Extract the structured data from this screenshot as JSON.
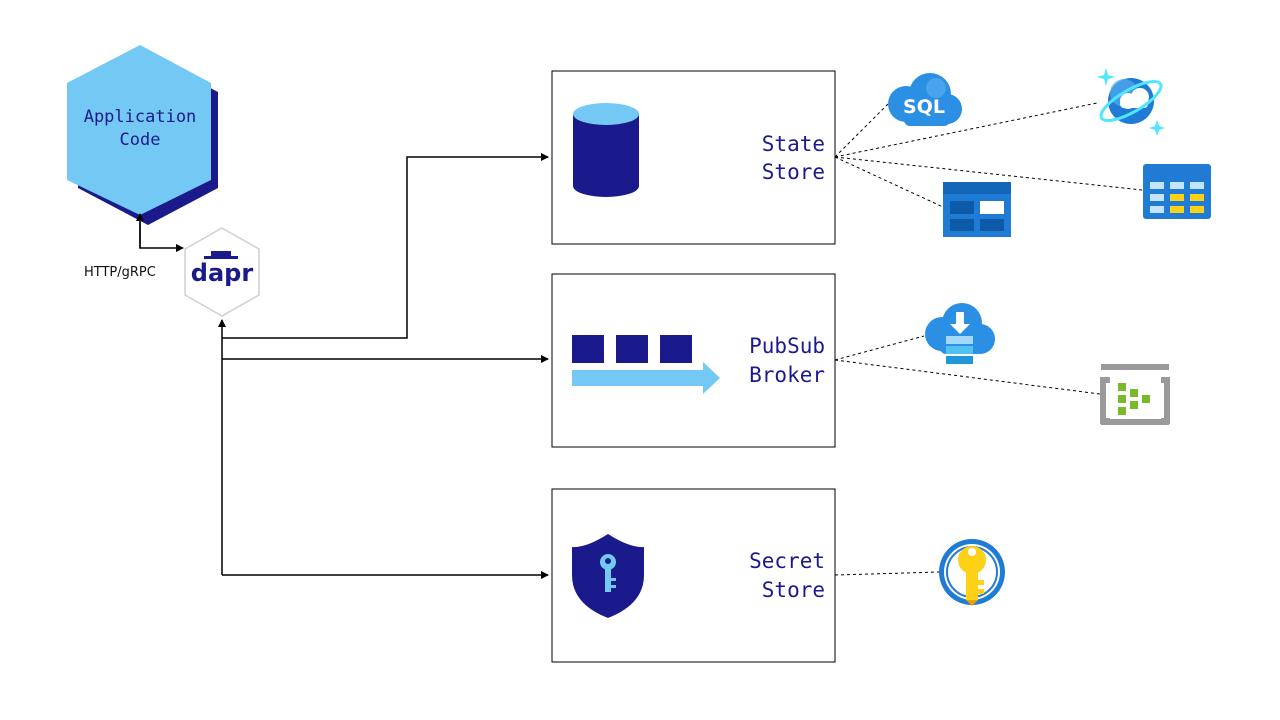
{
  "app_code": {
    "line1": "Application",
    "line2": "Code"
  },
  "sidecar": {
    "logo_text": "dapr",
    "protocol_label": "HTTP/gRPC"
  },
  "state_store": {
    "line1": "State",
    "line2": "Store"
  },
  "pubsub": {
    "line1": "PubSub",
    "line2": "Broker"
  },
  "secret_store": {
    "line1": "Secret",
    "line2": "Store"
  },
  "icons": {
    "sql_badge": "SQL",
    "state_store_providers": [
      "sql-cloud-icon",
      "cosmos-planet-icon",
      "table-storage-icon",
      "table-grid-icon"
    ],
    "pubsub_providers": [
      "cloud-queue-icon",
      "event-hub-icon"
    ],
    "secret_providers": [
      "key-vault-icon"
    ]
  },
  "colors": {
    "navy": "#1a1a8c",
    "light_blue": "#73c8f4",
    "azure_blue": "#0f7fd5",
    "key_yellow": "#fcd116",
    "event_green": "#7ab929",
    "frame_gray": "#9a9a9a"
  }
}
